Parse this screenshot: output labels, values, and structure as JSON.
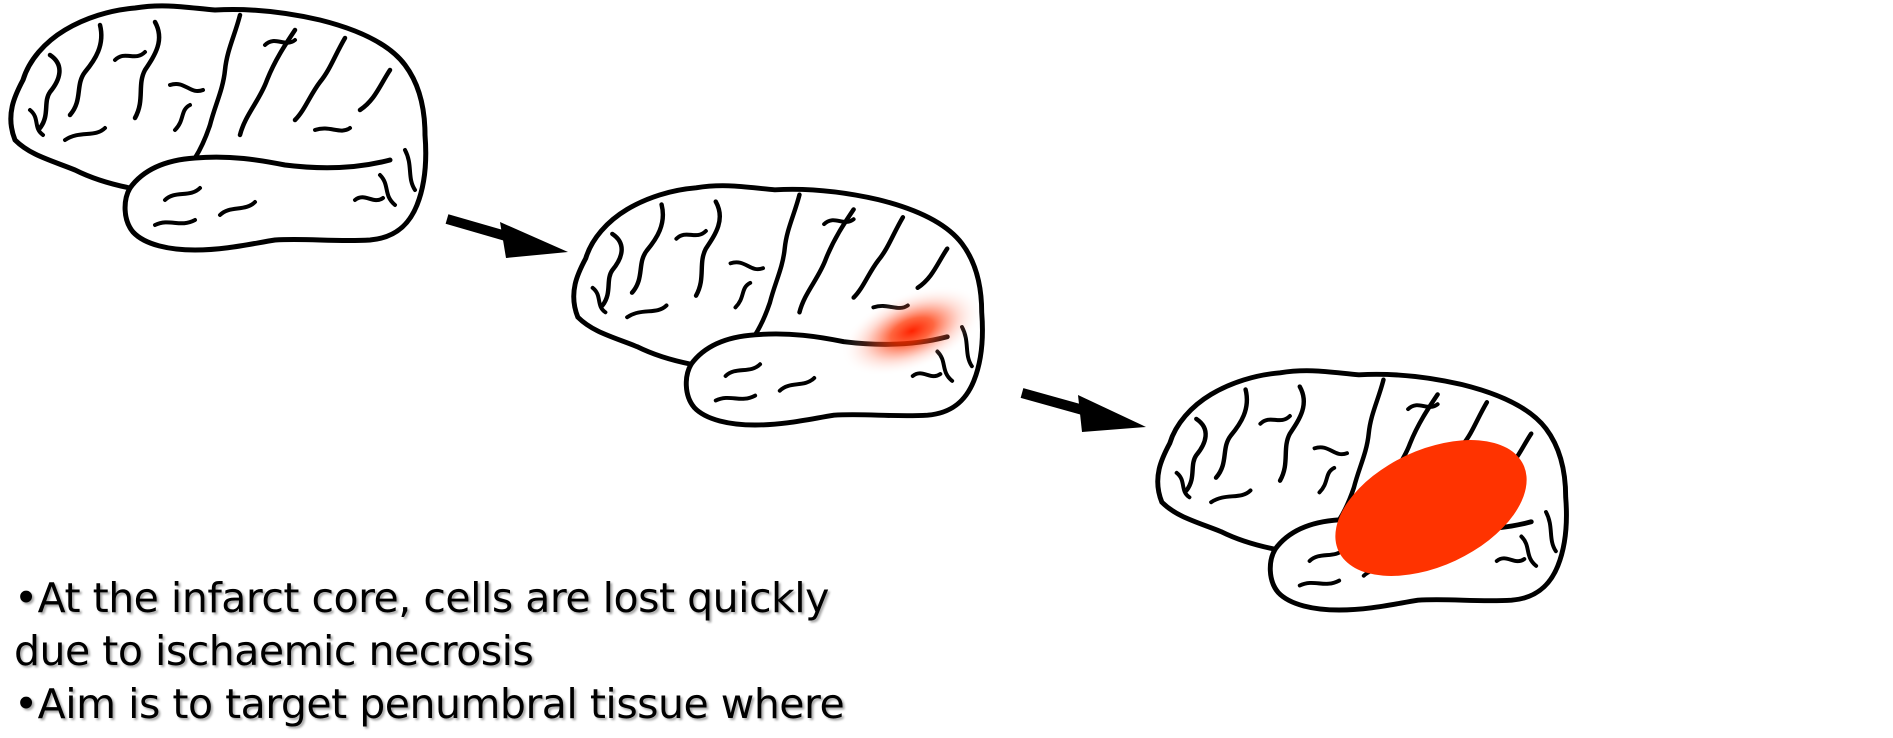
{
  "diagram": {
    "stages": [
      {
        "id": "stage-1",
        "lesion": "none"
      },
      {
        "id": "stage-2",
        "lesion": "diffuse-penumbra"
      },
      {
        "id": "stage-3",
        "lesion": "solid-core"
      }
    ],
    "lesion_color": "#ff3300",
    "arrow_color": "#000000",
    "outline_color": "#000000"
  },
  "bullets": [
    "•At the infarct core, cells are lost quickly",
    "due to ischaemic necrosis",
    "•Aim is to target penumbral tissue where"
  ]
}
